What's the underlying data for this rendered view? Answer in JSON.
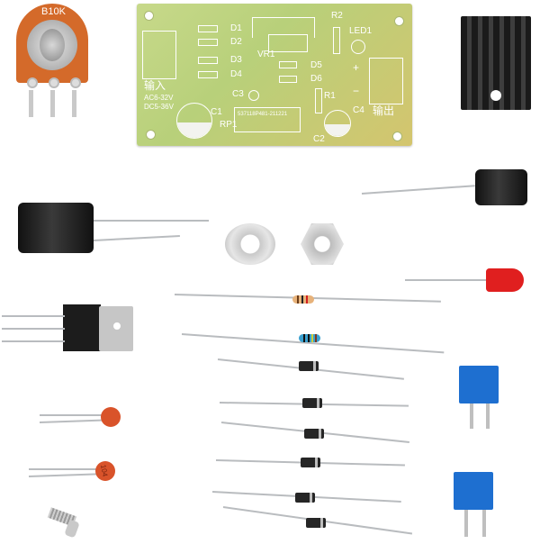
{
  "image": {
    "description": "Electronics DIY kit: adjustable voltage regulator PCB with components",
    "background": "#ffffff"
  },
  "potentiometer": {
    "label": "B10K",
    "color": "#d46a2a"
  },
  "pcb": {
    "input_label_cn": "输入",
    "input_ac": "AC6-32V",
    "input_dc": "DC5-36V",
    "output_label_cn": "输出",
    "part_code": "537118P481-211221",
    "labels": {
      "d1": "D1",
      "d2": "D2",
      "d3": "D3",
      "d4": "D4",
      "d5": "D5",
      "d6": "D6",
      "r1": "R1",
      "r2": "R2",
      "vr1": "VR1",
      "led1": "LED1",
      "c1": "C1",
      "c2": "C2",
      "c3": "C3",
      "c4": "C4",
      "rp1": "RP1",
      "plus": "+",
      "minus": "−"
    },
    "color": "#c2d683"
  },
  "ceramic_caps": [
    {
      "marking": ""
    },
    {
      "marking": "104"
    }
  ],
  "components": {
    "diodes": 6,
    "resistors": 2,
    "electrolytic_caps": 2,
    "ceramic_caps": 2,
    "terminal_blocks": 2,
    "led_color": "#e01f1f",
    "terminal_color": "#1e6fd0"
  }
}
